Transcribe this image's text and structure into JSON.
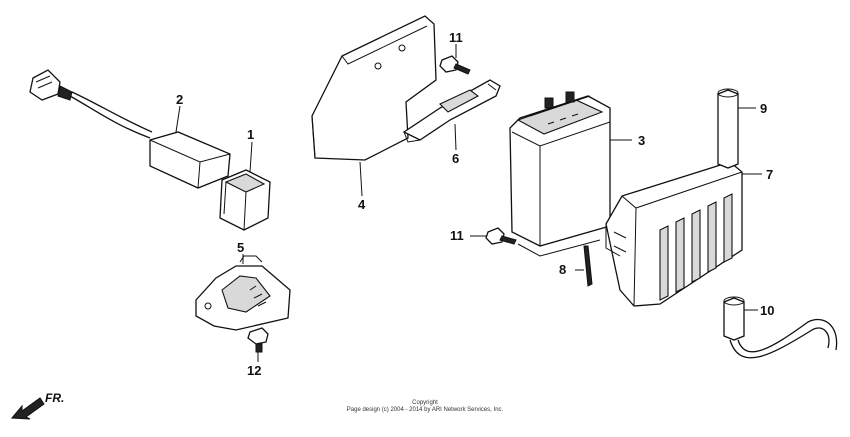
{
  "callouts": {
    "c1": "1",
    "c2": "2",
    "c3": "3",
    "c4": "4",
    "c5": "5",
    "c6": "6",
    "c7": "7",
    "c8": "8",
    "c9": "9",
    "c10": "10",
    "c11a": "11",
    "c11b": "11",
    "c12": "12"
  },
  "direction_label": "FR.",
  "copyright": {
    "title": "Copyright",
    "line": "Page design (c) 2004 - 2014 by ARI Network Services, Inc."
  }
}
